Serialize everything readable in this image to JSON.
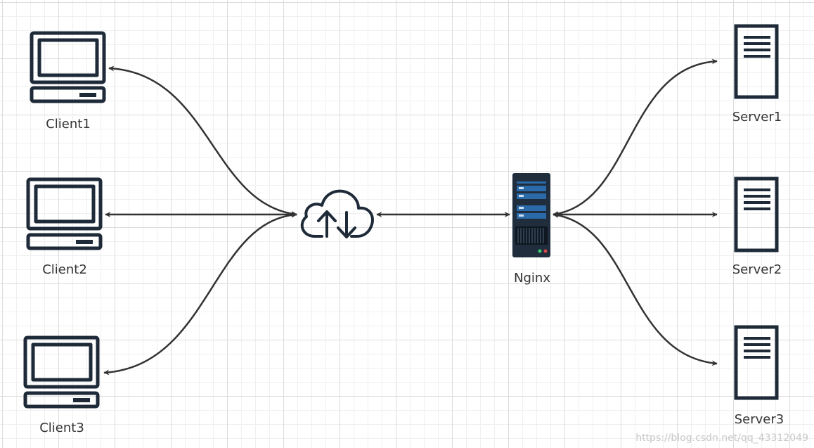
{
  "nodes": {
    "client1": {
      "label": "Client1"
    },
    "client2": {
      "label": "Client2"
    },
    "client3": {
      "label": "Client3"
    },
    "cloud": {
      "label": ""
    },
    "nginx": {
      "label": "Nginx"
    },
    "server1": {
      "label": "Server1"
    },
    "server2": {
      "label": "Server2"
    },
    "server3": {
      "label": "Server3"
    }
  },
  "edges": [
    {
      "from": "cloud",
      "to": "client1",
      "style": "bidirectional"
    },
    {
      "from": "cloud",
      "to": "client2",
      "style": "bidirectional"
    },
    {
      "from": "cloud",
      "to": "client3",
      "style": "bidirectional"
    },
    {
      "from": "cloud",
      "to": "nginx",
      "style": "bidirectional"
    },
    {
      "from": "nginx",
      "to": "server1",
      "style": "bidirectional"
    },
    {
      "from": "nginx",
      "to": "server2",
      "style": "bidirectional"
    },
    {
      "from": "nginx",
      "to": "server3",
      "style": "bidirectional"
    }
  ],
  "watermark": "https://blog.csdn.net/qq_43312049",
  "colors": {
    "icon_stroke": "#1e2a38",
    "edge": "#333333",
    "server_blue": "#2b6aa8",
    "nginx_body": "#1f2d3d"
  },
  "icons": {
    "client": "desktop-computer-icon",
    "cloud": "cloud-sync-icon",
    "nginx": "rack-server-icon",
    "server": "server-tower-icon"
  }
}
